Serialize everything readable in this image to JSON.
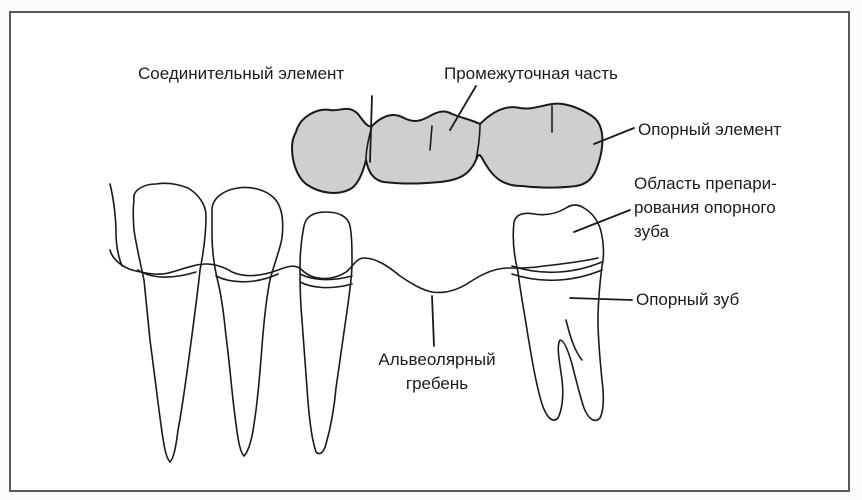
{
  "labels": {
    "connector": "Соединительный элемент",
    "pontic": "Промежуточная часть",
    "retainer": "Опорный элемент",
    "prep_area_line1": "Область препари-",
    "prep_area_line2": "рования опорного",
    "prep_area_line3": "зуба",
    "abutment": "Опорный зуб",
    "ridge_line1": "Альвеолярный",
    "ridge_line2": "гребень"
  },
  "colors": {
    "bridge_fill": "#cfcfcf",
    "line": "#1a1a1a",
    "frame": "#5a5a5a"
  }
}
